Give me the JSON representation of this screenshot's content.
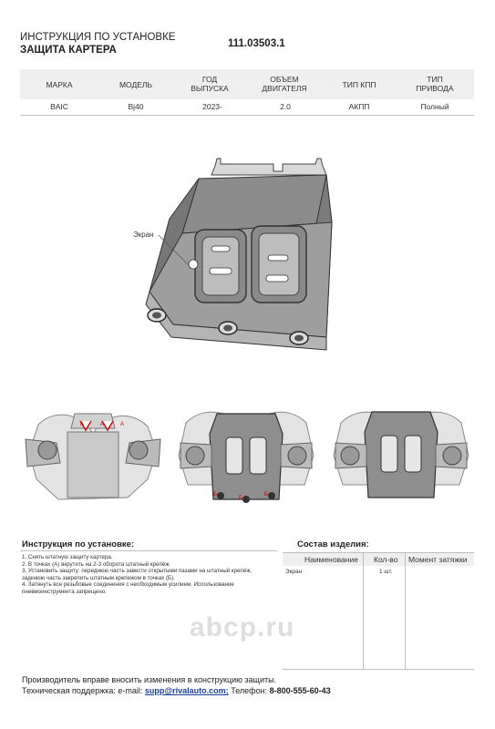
{
  "header": {
    "title_line1": "ИНСТРУКЦИЯ ПО УСТАНОВКЕ",
    "title_line2": "ЗАЩИТА КАРТЕРА",
    "part_number": "111.03503.1"
  },
  "spec_table": {
    "headers": [
      "МАРКА",
      "МОДЕЛЬ",
      "ГОД ВЫПУСКА",
      "ОБЪЕМ ДВИГАТЕЛЯ",
      "ТИП КПП",
      "ТИП ПРИВОДА"
    ],
    "row": [
      "BAIC",
      "Bj40",
      "2023-",
      "2.0",
      "АКПП",
      "Полный"
    ]
  },
  "diagram": {
    "label": "Экран",
    "photo_marks": [
      "А",
      "А",
      "А",
      "Б",
      "Б",
      "Б"
    ]
  },
  "instructions": {
    "title": "Инструкция по установке:",
    "steps": [
      "1. Снять штатную защиту картера.",
      "2. В точках (А) вкрутить на 2-3 оборота штатный крепёж.",
      "3. Установить защиту: переднюю часть завести открытыми пазами на штатный крепёж,",
      "задкнюю часть закрепить штатным крепежом в точках (Б).",
      "4. Затянуть все резьбовые соединения с необходимым усилием. Использование",
      "пневмоинструмента запрещено."
    ]
  },
  "kit": {
    "title": "Состав изделия:",
    "columns": [
      "Наименование",
      "Кол-во",
      "Момент затяжки"
    ],
    "rows": [
      {
        "name": "Экран",
        "qty": "1 шт."
      }
    ]
  },
  "watermark": "abcp.ru",
  "footer": {
    "line1": "Производитель вправе вносить изменения в конструкцию защиты.",
    "support_label": "Техническая поддержка:  e-mail:",
    "email": "supp@rivalauto.com;",
    "phone_label": "Телефон:",
    "phone": "8-800-555-60-43"
  }
}
